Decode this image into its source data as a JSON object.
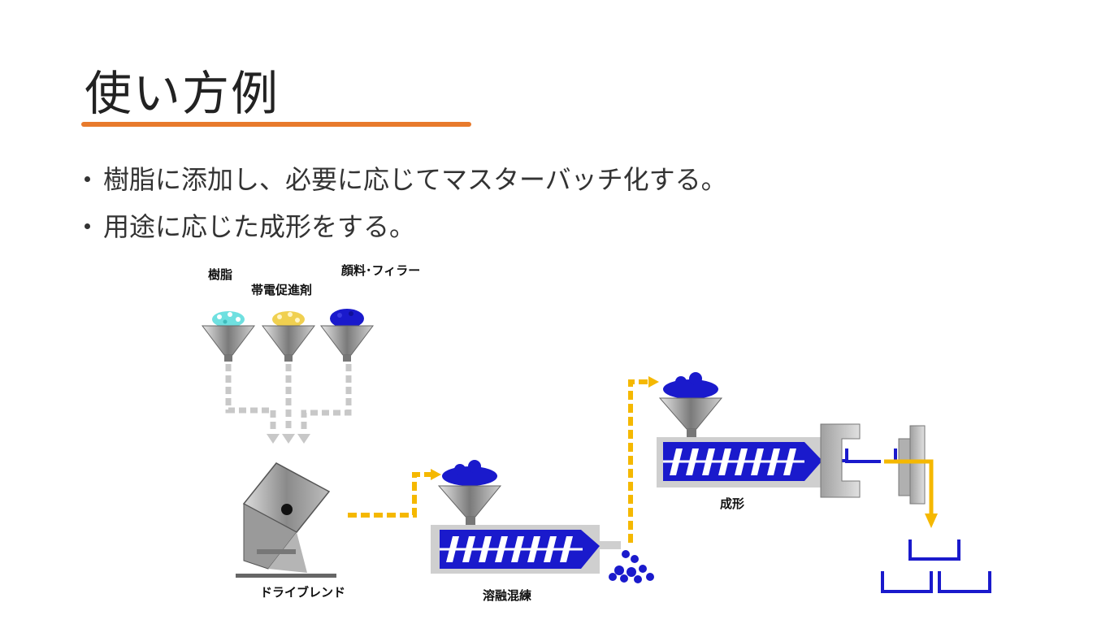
{
  "slide": {
    "title": "使い方例",
    "bullets": [
      "樹脂に添加し、必要に応じてマスターバッチ化する。",
      "用途に応じた成形をする。"
    ]
  },
  "diagram": {
    "labels": {
      "resin": "樹脂",
      "antistatic": "帯電促進剤",
      "pigment": "顔料･フィラー",
      "dry_blend": "ドライブレンド",
      "melt_kneading": "溶融混練",
      "molding": "成形"
    },
    "colors": {
      "accent_underline": "#e87a2c",
      "flow_arrow": "#f5b800",
      "material_blue": "#1a1acc",
      "resin_cyan": "#6fe0e0",
      "antistatic_yellow": "#f0d050",
      "gray_path": "#c8c8c8"
    }
  }
}
